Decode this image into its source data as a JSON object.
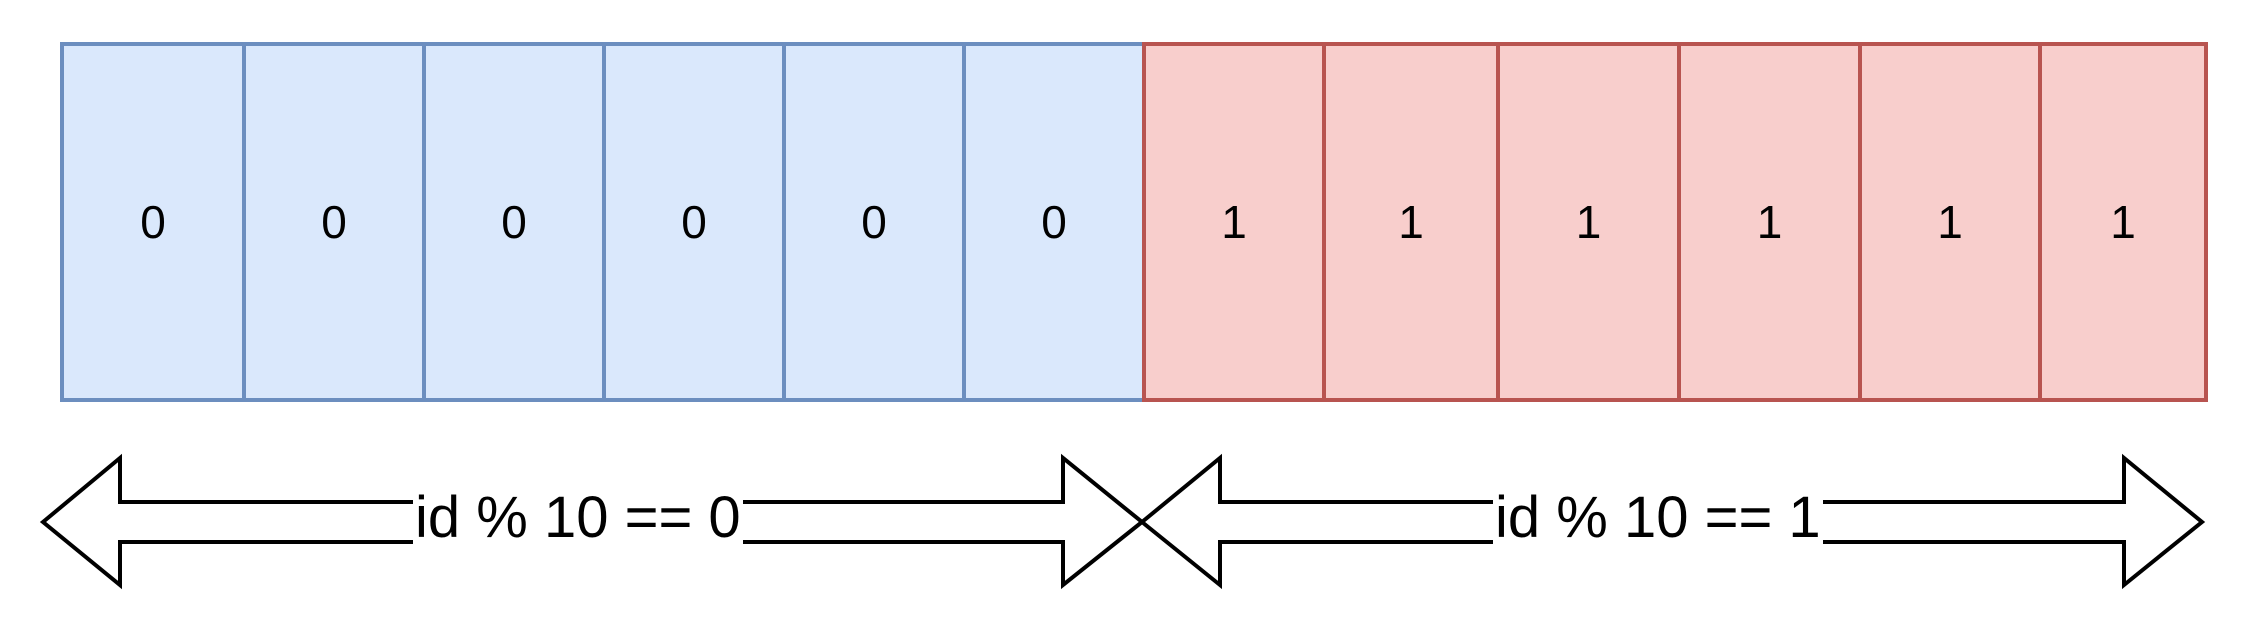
{
  "diagram": {
    "cells": [
      {
        "value": "0",
        "group": "blue"
      },
      {
        "value": "0",
        "group": "blue"
      },
      {
        "value": "0",
        "group": "blue"
      },
      {
        "value": "0",
        "group": "blue"
      },
      {
        "value": "0",
        "group": "blue"
      },
      {
        "value": "0",
        "group": "blue"
      },
      {
        "value": "1",
        "group": "red"
      },
      {
        "value": "1",
        "group": "red"
      },
      {
        "value": "1",
        "group": "red"
      },
      {
        "value": "1",
        "group": "red"
      },
      {
        "value": "1",
        "group": "red"
      },
      {
        "value": "1",
        "group": "red"
      }
    ],
    "ranges": [
      {
        "label": "id % 10 == 0"
      },
      {
        "label": "id % 10 == 1"
      }
    ],
    "colors": {
      "blue_fill": "#dae8fc",
      "blue_stroke": "#6c8ebf",
      "red_fill": "#f8cecc",
      "red_stroke": "#b85450",
      "arrow_stroke": "#000000"
    }
  }
}
